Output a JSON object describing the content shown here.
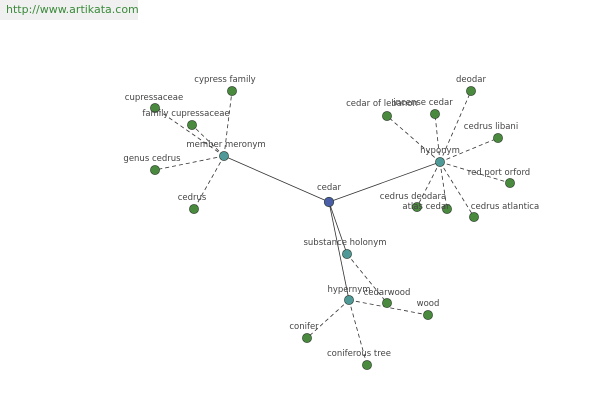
{
  "watermark": "http://www.artikata.com",
  "colors": {
    "center": "#4a5ea8",
    "relation": "#4f9a98",
    "leaf": "#4a8a3e",
    "edge": "#333333"
  },
  "graph": {
    "center": {
      "id": "cedar",
      "label": "cedar"
    },
    "relations": [
      {
        "id": "member-meronym",
        "label": "member meronym",
        "children": [
          "cypress family",
          "cupressaceae",
          "family cupressaceae",
          "genus cedrus",
          "cedrus"
        ]
      },
      {
        "id": "hyponym",
        "label": "hyponym",
        "children": [
          "deodar",
          "cedar of lebanon",
          "incense cedar",
          "cedrus libani",
          "red port orford",
          "cedrus atlantica",
          "atlas cedar",
          "cedrus deodara"
        ]
      },
      {
        "id": "substance-holonym",
        "label": "substance holonym",
        "children": [
          "cedarwood"
        ]
      },
      {
        "id": "hypernym",
        "label": "hypernym",
        "children": [
          "wood",
          "conifer",
          "coniferous tree"
        ]
      }
    ]
  }
}
